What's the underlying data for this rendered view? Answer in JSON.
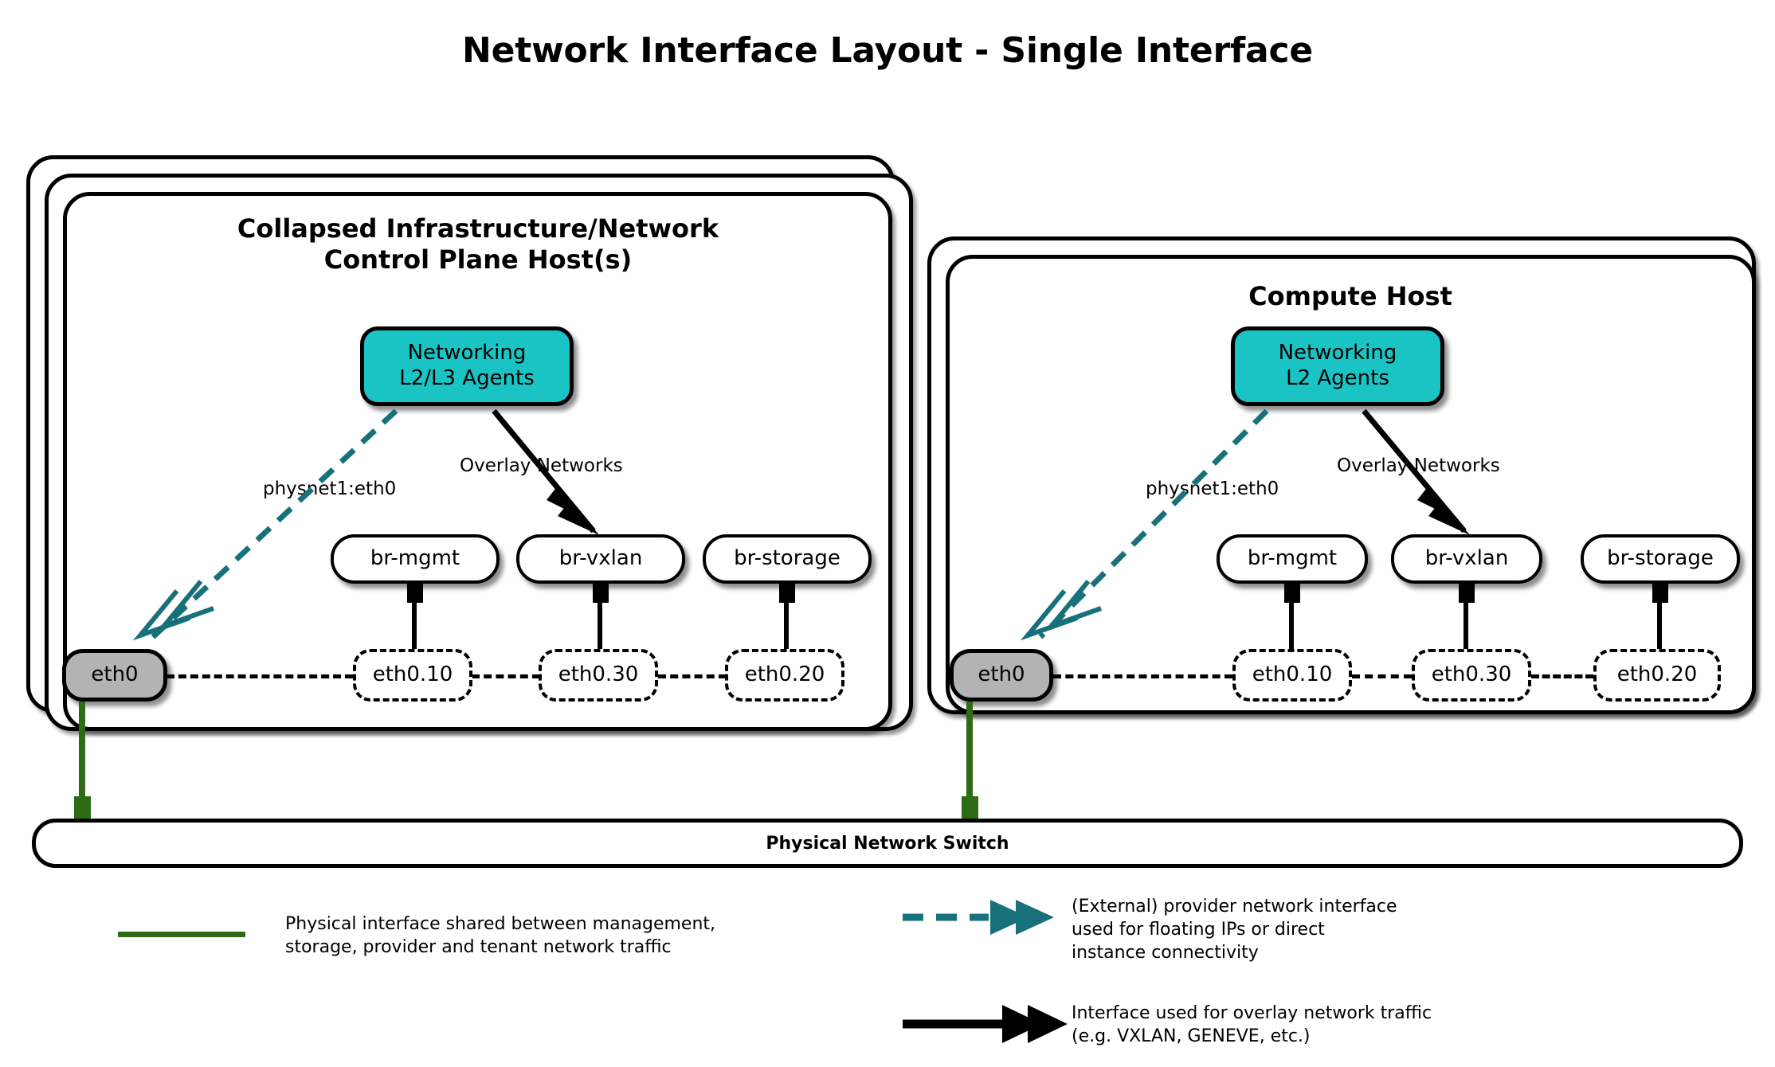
{
  "title": "Network Interface Layout - Single Interface",
  "hosts": [
    {
      "id": "control-plane",
      "title": "Collapsed Infrastructure/Network\nControl Plane Host(s)",
      "stack_count": 3,
      "agent": {
        "label": "Networking\nL2/L3 Agents",
        "color": "#1bc4c4"
      },
      "edge_labels": {
        "provider": "physnet1:eth0",
        "overlay": "Overlay Networks"
      },
      "physical_nic": "eth0",
      "bridges": [
        "br-mgmt",
        "br-vxlan",
        "br-storage"
      ],
      "vlans": [
        "eth0.10",
        "eth0.30",
        "eth0.20"
      ]
    },
    {
      "id": "compute",
      "title": "Compute Host",
      "stack_count": 2,
      "agent": {
        "label": "Networking\nL2 Agents",
        "color": "#1bc4c4"
      },
      "edge_labels": {
        "provider": "physnet1:eth0",
        "overlay": "Overlay Networks"
      },
      "physical_nic": "eth0",
      "bridges": [
        "br-mgmt",
        "br-vxlan",
        "br-storage"
      ],
      "vlans": [
        "eth0.10",
        "eth0.30",
        "eth0.20"
      ]
    }
  ],
  "switch": {
    "label": "Physical Network Switch"
  },
  "legend": [
    {
      "id": "physical-interface",
      "glyph": "solid-green-line",
      "color": "#2d6b14",
      "text": "Physical interface shared between management,\nstorage, provider and tenant network traffic"
    },
    {
      "id": "provider-interface",
      "glyph": "teal-dashed-double-arrow",
      "color": "#17707a",
      "text": "(External) provider network interface\nused for floating IPs or direct\ninstance connectivity"
    },
    {
      "id": "overlay-interface",
      "glyph": "black-double-arrow",
      "color": "#000000",
      "text": "Interface used for overlay network traffic\n(e.g. VXLAN, GENEVE, etc.)"
    }
  ],
  "colors": {
    "agent_teal": "#1bc4c4",
    "provider_teal": "#17707a",
    "physical_green": "#2d6b14",
    "nic_gray": "#b3b3b3",
    "stroke": "#000000"
  }
}
